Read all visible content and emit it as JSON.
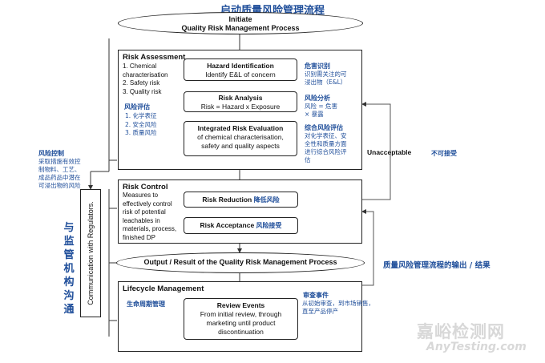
{
  "title_cn": "启动质量风险管理流程",
  "initiate": {
    "line1": "Initiate",
    "line2": "Quality Risk Management Process"
  },
  "risk_assessment": {
    "title": "Risk Assessment",
    "list": [
      "1. Chemical",
      "characterisation",
      "2. Safety risk",
      "3. Quality risk"
    ],
    "cn_title": "风险评估",
    "cn_list": [
      "1. 化学表征",
      "2. 安全风险",
      "3. 质量风险"
    ],
    "hazard": {
      "title": "Hazard Identification",
      "text": "Identify E&L of concern",
      "cn_title": "危害识别",
      "cn_text": [
        "识别需关注的可",
        "浸出物（E&L）"
      ]
    },
    "analysis": {
      "title": "Risk Analysis",
      "text": "Risk = Hazard x Exposure",
      "cn_title": "风险分析",
      "cn_text": [
        "风险 = 危害",
        "× 暴露"
      ]
    },
    "evaluation": {
      "title": "Integrated Risk Evaluation",
      "text": [
        "of chemical characterisation,",
        "safety and quality aspects"
      ],
      "cn_title": "综合风险评估",
      "cn_text": [
        "对化学表征、安",
        "全性和质量方面",
        "进行综合风险评",
        "估"
      ]
    }
  },
  "unacceptable": {
    "en": "Unacceptable",
    "cn": "不可接受"
  },
  "risk_control_cn": {
    "title": "风险控制",
    "text": [
      "采取措施有效控",
      "制物料、工艺、",
      "成品药品中潜在",
      "可浸出物的风险"
    ]
  },
  "risk_control": {
    "title": "Risk Control",
    "text": [
      "Measures to",
      "effectively control",
      "risk of potential",
      "leachables in",
      "materials, process,",
      "finished DP"
    ],
    "reduction": {
      "en": "Risk Reduction",
      "cn": "降低风险"
    },
    "acceptance": {
      "en": "Risk Acceptance",
      "cn": "风险接受"
    }
  },
  "communication": {
    "en": "Communication with Regulators.",
    "cn": [
      "与",
      "监",
      "管",
      "机",
      "构",
      "沟",
      "通"
    ]
  },
  "output": {
    "en": "Output / Result of the Quality Risk Management Process",
    "cn": "质量风险管理流程的输出 / 结果"
  },
  "lifecycle": {
    "title": "Lifecycle Management",
    "cn_title": "生命周期管理",
    "review": {
      "title": "Review Events",
      "text": [
        "From initial review, through",
        "marketing until product",
        "discontinuation"
      ]
    },
    "cn_review_title": "审查事件",
    "cn_review_text": [
      "从初始审查，到市场销售，",
      "直至产品停产"
    ]
  },
  "watermark": {
    "cn": "嘉峪检测网",
    "en": "AnyTesting.com"
  },
  "colors": {
    "accent": "#1f4e9a",
    "line": "#222222",
    "arrow_gray": "#555555"
  }
}
